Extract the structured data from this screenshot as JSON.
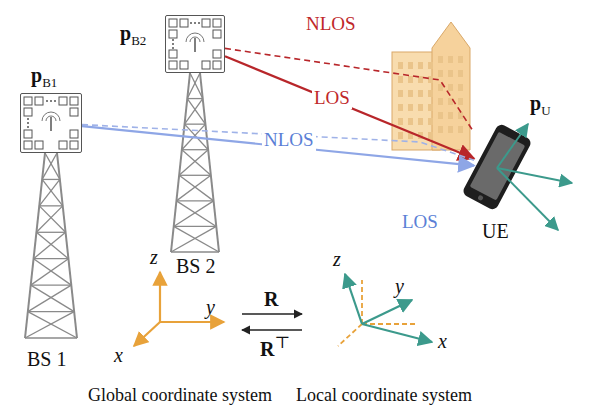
{
  "diagram": {
    "nodes": [
      {
        "text": [
          "pB2"
        ]
      },
      {
        "text": [
          "pB1"
        ]
      },
      {
        "text": [
          "pU"
        ]
      }
    ],
    "edges": [
      {
        "from": 0,
        "to": 2,
        "arrow": "none",
        "label": "NLOS"
      },
      {
        "from": 0,
        "to": 2,
        "arrow": "to",
        "label": "LOS"
      },
      {
        "from": 1,
        "to": 2,
        "arrow": "none",
        "label": "NLOS"
      },
      {
        "from": 1,
        "to": 2,
        "arrow": "to",
        "label": "LOS"
      }
    ],
    "labels": [
      "BS 2",
      "BS 1",
      "UE",
      "z",
      "y",
      "x",
      "R",
      "R⊤",
      "z",
      "y",
      "x",
      "Global coordinate system",
      "Local coordinate system"
    ]
  }
}
